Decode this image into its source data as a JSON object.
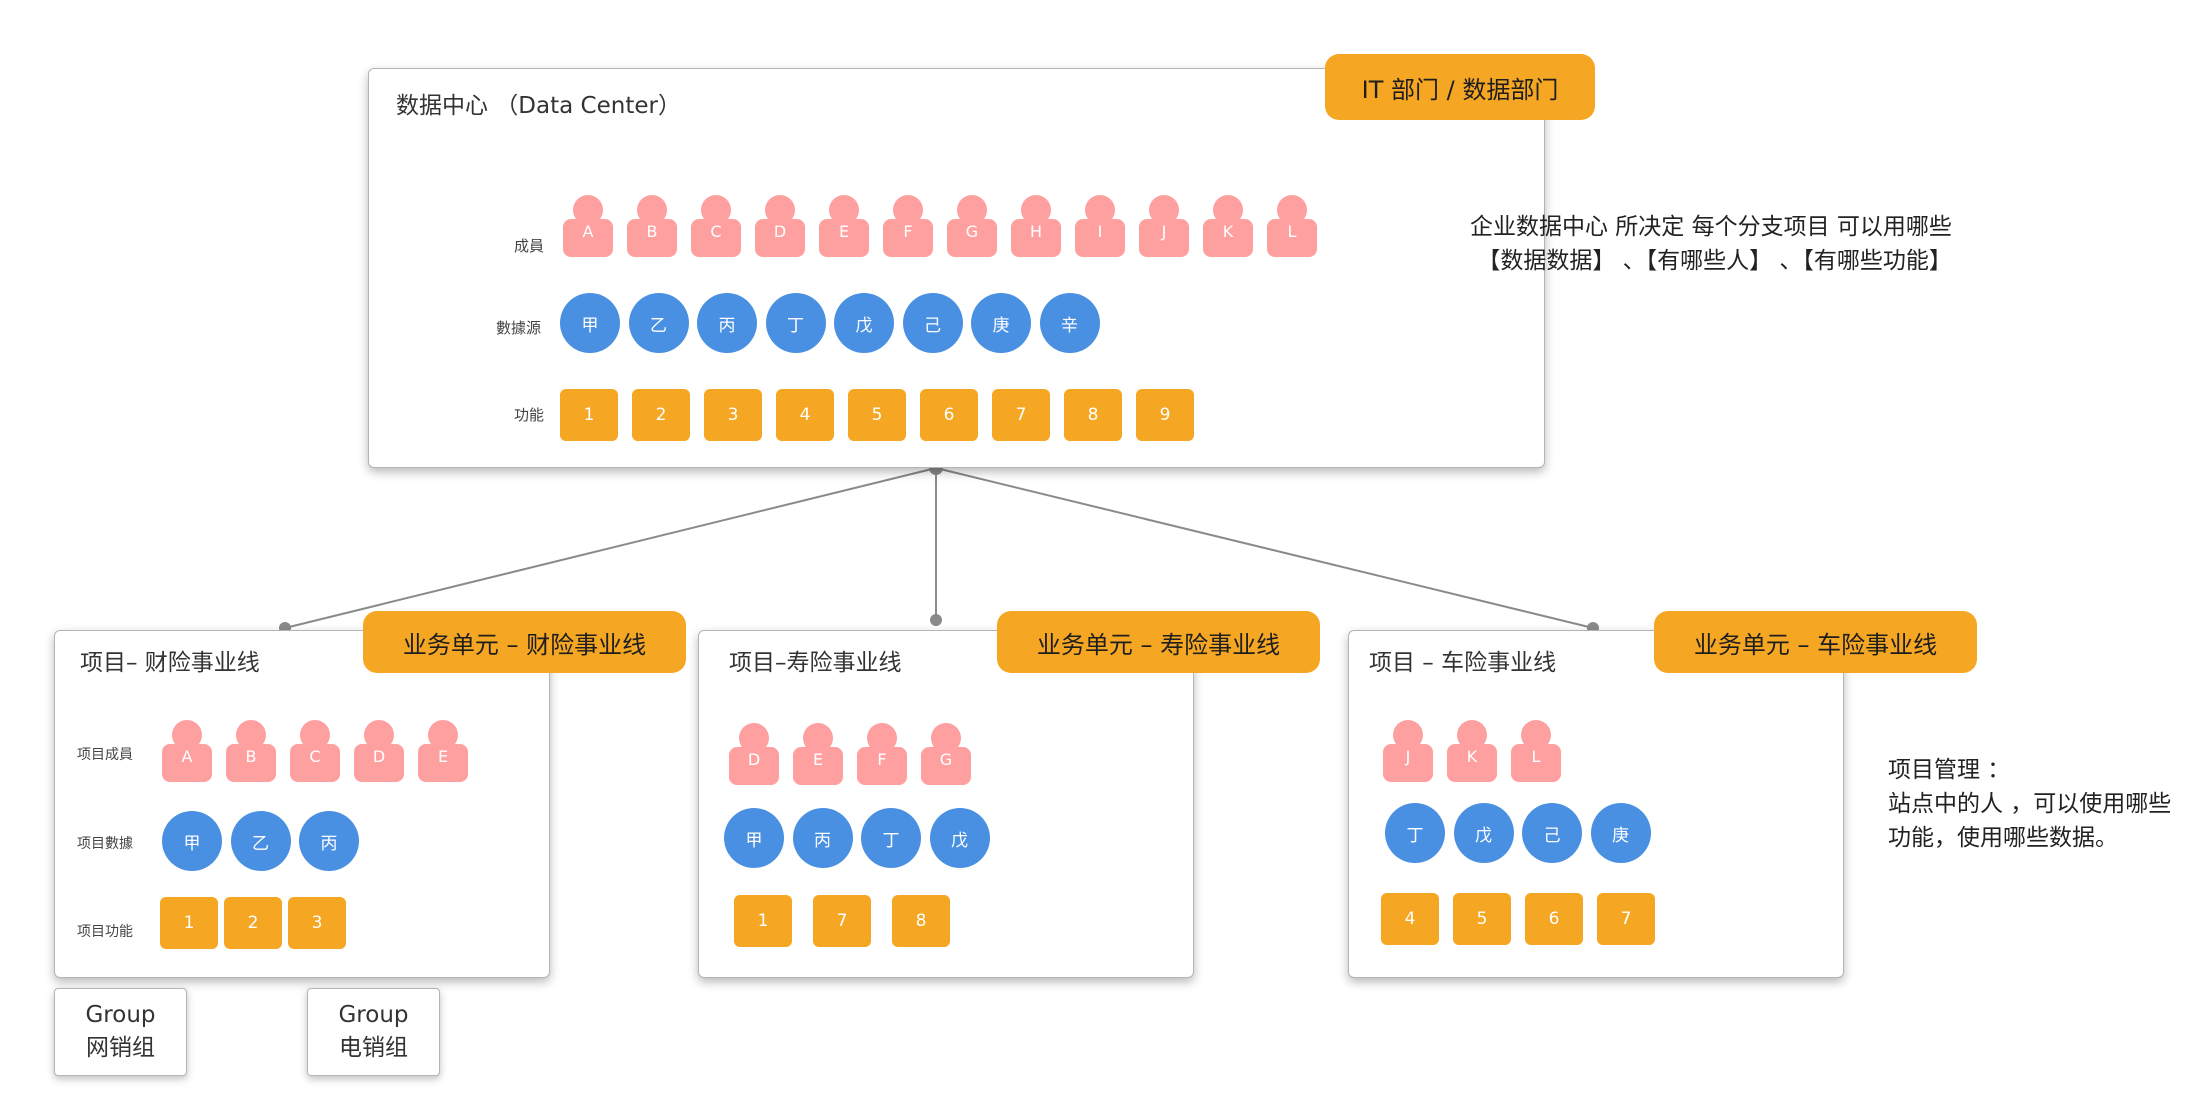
{
  "dc": {
    "title": "数据中心 （Data Center）",
    "tag": "IT 部门 / 数据部门",
    "row_labels": {
      "members": "成員",
      "sources": "數據源",
      "functions": "功能"
    },
    "members": [
      "A",
      "B",
      "C",
      "D",
      "E",
      "F",
      "G",
      "H",
      "I",
      "J",
      "K",
      "L"
    ],
    "sources": [
      "甲",
      "乙",
      "丙",
      "丁",
      "戊",
      "己",
      "庚",
      "辛"
    ],
    "functions": [
      "1",
      "2",
      "3",
      "4",
      "5",
      "6",
      "7",
      "8",
      "9"
    ]
  },
  "p1": {
    "title": "项目– 财险事业线",
    "tag": "业务单元 – 财险事业线",
    "row_labels": {
      "members": "项目成員",
      "sources": "项目數據",
      "functions": "项目功能"
    },
    "members": [
      "A",
      "B",
      "C",
      "D",
      "E"
    ],
    "sources": [
      "甲",
      "乙",
      "丙"
    ],
    "functions": [
      "1",
      "2",
      "3"
    ]
  },
  "p2": {
    "title": "项目–寿险事业线",
    "tag": "业务单元 – 寿险事业线",
    "members": [
      "D",
      "E",
      "F",
      "G"
    ],
    "sources": [
      "甲",
      "丙",
      "丁",
      "戊"
    ],
    "functions": [
      "1",
      "7",
      "8"
    ]
  },
  "p3": {
    "title": "项目 – 车险事业线",
    "tag": "业务单元 – 车险事业线",
    "members": [
      "J",
      "K",
      "L"
    ],
    "sources": [
      "丁",
      "戊",
      "己",
      "庚"
    ],
    "functions": [
      "4",
      "5",
      "6",
      "7"
    ]
  },
  "groups": [
    {
      "line1": "Group",
      "line2": "网销组"
    },
    {
      "line1": "Group",
      "line2": "电销组"
    }
  ],
  "notes": {
    "dc": [
      "企业数据中心 所决定 每个分支项目 可以用哪些",
      "【数据数据】 、【有哪些人】 、【有哪些功能】"
    ],
    "project": [
      "项目管理 ：",
      "站点中的人 ，可以使用哪些",
      "功能，使用哪些数据。"
    ]
  },
  "colors": {
    "person": "#fea0a0",
    "source": "#4a90e2",
    "function": "#f5a623",
    "connector": "#8a8a8a"
  }
}
